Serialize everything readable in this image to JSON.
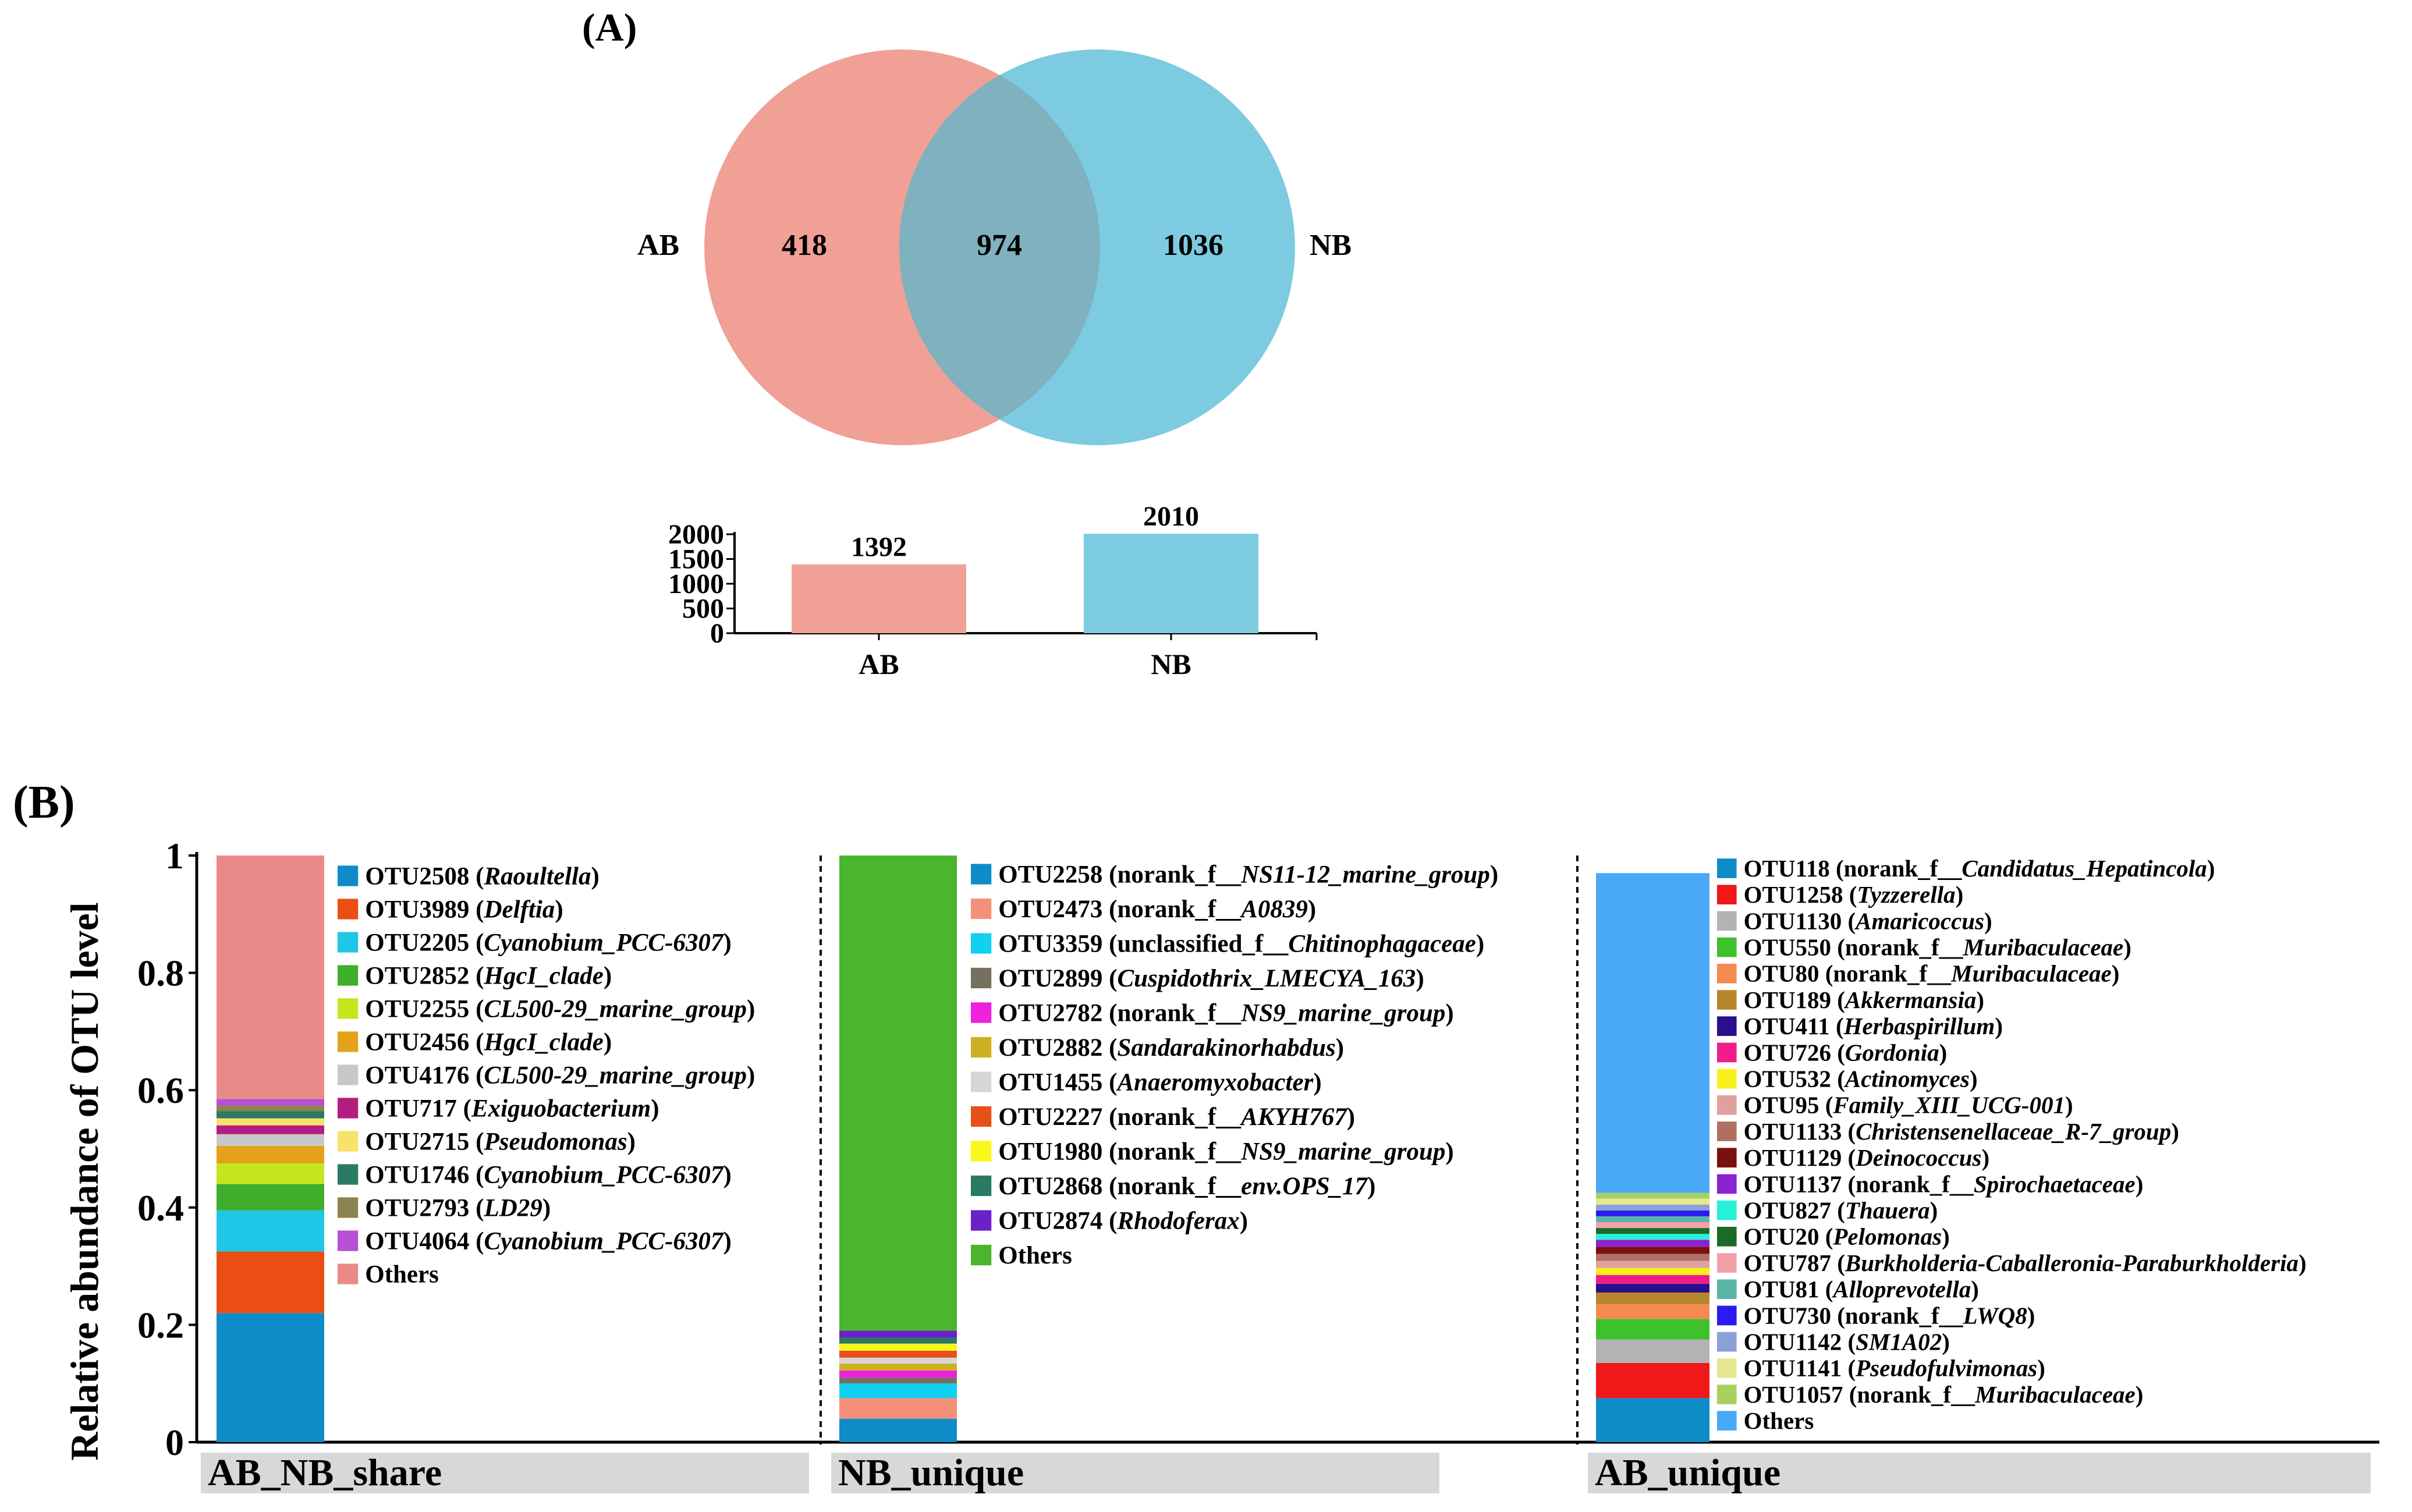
{
  "chart_data": [
    {
      "type": "venn",
      "panel_label": "(A)",
      "sets": [
        {
          "name": "AB",
          "color": "#f0a095",
          "only": 418
        },
        {
          "name": "NB",
          "color": "#7ccbe0",
          "only": 1036
        }
      ],
      "intersection": 974,
      "intersection_color": "#7fb1bf"
    },
    {
      "type": "bar",
      "categories": [
        "AB",
        "NB"
      ],
      "values": [
        1392,
        2010
      ],
      "colors": [
        "#f0a095",
        "#7ccbe0"
      ],
      "ylim": [
        0,
        2000
      ],
      "yticks": [
        0,
        500,
        1000,
        1500,
        2000
      ],
      "grid": false,
      "title": "",
      "xlabel": "",
      "ylabel": ""
    },
    {
      "type": "stacked-bar",
      "panel_label": "(B)",
      "ylabel": "Relative abundance of OTU level",
      "ylim": [
        0,
        1
      ],
      "yticks": [
        "0",
        "0.2",
        "0.4",
        "0.6",
        "0.8",
        "1"
      ],
      "groups": [
        {
          "name": "AB_NB_share",
          "segments": [
            {
              "label": "OTU2508",
              "taxon": "Raoultella",
              "prefix": "",
              "color": "#0f8cc8",
              "value": 0.22
            },
            {
              "label": "OTU3989",
              "taxon": "Delftia",
              "prefix": "",
              "color": "#ea4e14",
              "value": 0.105
            },
            {
              "label": "OTU2205",
              "taxon": "Cyanobium_PCC-6307",
              "prefix": "",
              "color": "#1fc6e6",
              "value": 0.07
            },
            {
              "label": "OTU2852",
              "taxon": "HgcI_clade",
              "prefix": "",
              "color": "#3fae2d",
              "value": 0.045
            },
            {
              "label": "OTU2255",
              "taxon": "CL500-29_marine_group",
              "prefix": "",
              "color": "#c5e61e",
              "value": 0.035
            },
            {
              "label": "OTU2456",
              "taxon": "HgcI_clade",
              "prefix": "",
              "color": "#e3a21a",
              "value": 0.03
            },
            {
              "label": "OTU4176",
              "taxon": "CL500-29_marine_group",
              "prefix": "",
              "color": "#c8c8c8",
              "value": 0.02
            },
            {
              "label": "OTU717",
              "taxon": "Exiguobacterium",
              "prefix": "",
              "color": "#b51c82",
              "value": 0.015
            },
            {
              "label": "OTU2715",
              "taxon": "Pseudomonas",
              "prefix": "",
              "color": "#f7e36a",
              "value": 0.012
            },
            {
              "label": "OTU1746",
              "taxon": "Cyanobium_PCC-6307",
              "prefix": "",
              "color": "#2a7a64",
              "value": 0.012
            },
            {
              "label": "OTU2793",
              "taxon": "LD29",
              "prefix": "",
              "color": "#8c8450",
              "value": 0.01
            },
            {
              "label": "OTU4064",
              "taxon": "Cyanobium_PCC-6307",
              "prefix": "",
              "color": "#b84fd6",
              "value": 0.011
            },
            {
              "label": "Others",
              "taxon": "",
              "prefix": "",
              "color": "#ea8a88",
              "value": 0.415
            }
          ]
        },
        {
          "name": "NB_unique",
          "segments": [
            {
              "label": "OTU2258",
              "taxon": "NS11-12_marine_group",
              "prefix": "norank_f__",
              "color": "#0f8cc8",
              "value": 0.04
            },
            {
              "label": "OTU2473",
              "taxon": "A0839",
              "prefix": "norank_f__",
              "color": "#f4907a",
              "value": 0.035
            },
            {
              "label": "OTU3359",
              "taxon": "Chitinophagaceae",
              "prefix": "unclassified_f__",
              "color": "#12d0f0",
              "value": 0.025
            },
            {
              "label": "OTU2899",
              "taxon": "Cuspidothrix_LMECYA_163",
              "prefix": "",
              "color": "#757060",
              "value": 0.01
            },
            {
              "label": "OTU2782",
              "taxon": "NS9_marine_group",
              "prefix": "norank_f__",
              "color": "#ee22dc",
              "value": 0.012
            },
            {
              "label": "OTU2882",
              "taxon": "Sandarakinorhabdus",
              "prefix": "",
              "color": "#cdb021",
              "value": 0.012
            },
            {
              "label": "OTU1455",
              "taxon": "Anaeromyxobacter",
              "prefix": "",
              "color": "#d6d6d6",
              "value": 0.01
            },
            {
              "label": "OTU2227",
              "taxon": "AKYH767",
              "prefix": "norank_f__",
              "color": "#e8501a",
              "value": 0.012
            },
            {
              "label": "OTU1980",
              "taxon": "NS9_marine_group",
              "prefix": "norank_f__",
              "color": "#f8f81a",
              "value": 0.012
            },
            {
              "label": "OTU2868",
              "taxon": "env.OPS_17",
              "prefix": "norank_f__",
              "color": "#2a7a64",
              "value": 0.01
            },
            {
              "label": "OTU2874",
              "taxon": "Rhodoferax",
              "prefix": "",
              "color": "#6a22c8",
              "value": 0.012
            },
            {
              "label": "Others",
              "taxon": "",
              "prefix": "",
              "color": "#4ab52d",
              "value": 0.81
            }
          ]
        },
        {
          "name": "AB_unique",
          "segments": [
            {
              "label": "OTU118",
              "taxon": "Candidatus_Hepatincola",
              "prefix": "norank_f__",
              "color": "#0f8cc8",
              "value": 0.075
            },
            {
              "label": "OTU1258",
              "taxon": "Tyzzerella",
              "prefix": "",
              "color": "#f01818",
              "value": 0.06
            },
            {
              "label": "OTU1130",
              "taxon": "Amaricoccus",
              "prefix": "",
              "color": "#b3b3b3",
              "value": 0.04
            },
            {
              "label": "OTU550",
              "taxon": "Muribaculaceae",
              "prefix": "norank_f__",
              "color": "#3fc02d",
              "value": 0.035
            },
            {
              "label": "OTU80",
              "taxon": "Muribaculaceae",
              "prefix": "norank_f__",
              "color": "#f58a50",
              "value": 0.025
            },
            {
              "label": "OTU189",
              "taxon": "Akkermansia",
              "prefix": "",
              "color": "#b8862a",
              "value": 0.02
            },
            {
              "label": "OTU411",
              "taxon": "Herbaspirillum",
              "prefix": "",
              "color": "#2a0f8c",
              "value": 0.015
            },
            {
              "label": "OTU726",
              "taxon": "Gordonia",
              "prefix": "",
              "color": "#f01c8c",
              "value": 0.015
            },
            {
              "label": "OTU532",
              "taxon": "Actinomyces",
              "prefix": "",
              "color": "#f8f01a",
              "value": 0.012
            },
            {
              "label": "OTU95",
              "taxon": "Family_XIII_UCG-001",
              "prefix": "",
              "color": "#e0a0a0",
              "value": 0.012
            },
            {
              "label": "OTU1133",
              "taxon": "Christensenellaceae_R-7_group",
              "prefix": "",
              "color": "#b07060",
              "value": 0.012
            },
            {
              "label": "OTU1129",
              "taxon": "Deinococcus",
              "prefix": "",
              "color": "#7a1010",
              "value": 0.012
            },
            {
              "label": "OTU1137",
              "taxon": "Spirochaetaceae",
              "prefix": "norank_f__",
              "color": "#8a22d0",
              "value": 0.012
            },
            {
              "label": "OTU827",
              "taxon": "Thauera",
              "prefix": "",
              "color": "#28f0d8",
              "value": 0.01
            },
            {
              "label": "OTU20",
              "taxon": "Pelomonas",
              "prefix": "",
              "color": "#1a6a28",
              "value": 0.01
            },
            {
              "label": "OTU787",
              "taxon": "Burkholderia-Caballeronia-Paraburkholderia",
              "prefix": "",
              "color": "#f4a0a8",
              "value": 0.01
            },
            {
              "label": "OTU81",
              "taxon": "Alloprevotella",
              "prefix": "",
              "color": "#5ab4a8",
              "value": 0.01
            },
            {
              "label": "OTU730",
              "taxon": "LWQ8",
              "prefix": "norank_f__",
              "color": "#2a1cf0",
              "value": 0.01
            },
            {
              "label": "OTU1142",
              "taxon": "SM1A02",
              "prefix": "",
              "color": "#8ca0d8",
              "value": 0.01
            },
            {
              "label": "OTU1141",
              "taxon": "Pseudofulvimonas",
              "prefix": "",
              "color": "#e6e890",
              "value": 0.01
            },
            {
              "label": "OTU1057",
              "taxon": "Muribaculaceae",
              "prefix": "norank_f__",
              "color": "#a8d060",
              "value": 0.01
            },
            {
              "label": "Others",
              "taxon": "",
              "prefix": "",
              "color": "#4aa8f8",
              "value": 0.545
            }
          ]
        }
      ]
    }
  ]
}
